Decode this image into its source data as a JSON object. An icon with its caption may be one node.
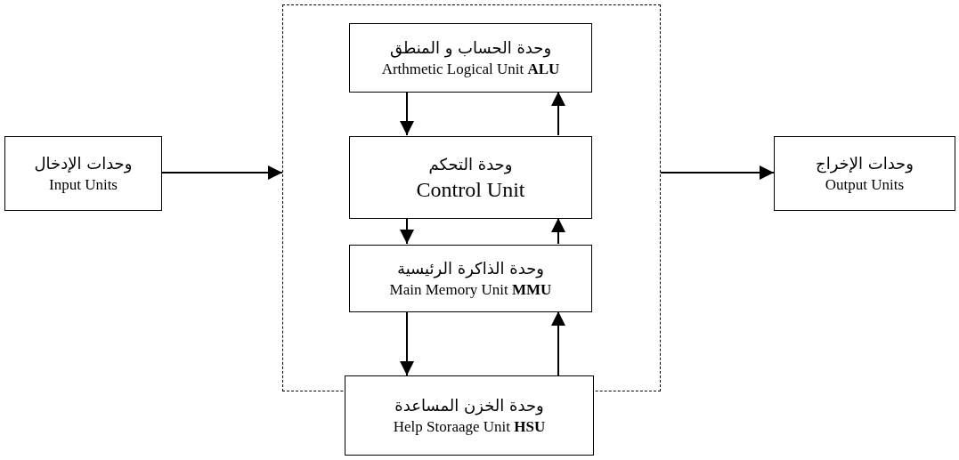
{
  "diagram": {
    "nodes": [
      {
        "text": [],
        "shape": "box"
      },
      {
        "text": [
          "وحدة الحساب و المنطق",
          "Arthmetic Logical Unit **ALU**"
        ],
        "in": 0
      },
      {
        "text": [
          "وحدة التحكم",
          "Control Unit"
        ],
        "in": 0
      },
      {
        "text": [
          "وحدة الذاكرة الرئيسية",
          "Main Memory Unit **MMU**"
        ],
        "in": 0
      },
      {
        "text": [
          "وحدة الخزن المساعدة",
          "Help Storaage Unit **HSU**"
        ]
      },
      {
        "text": [
          "وحدات الإدخال",
          "Input Units"
        ]
      },
      {
        "text": [
          "وحدات الإخراج",
          "Output Units"
        ]
      }
    ],
    "edges": [
      {
        "from": 5,
        "to": 0,
        "arrow": "to"
      },
      {
        "from": 0,
        "to": 6,
        "arrow": "to"
      },
      {
        "from": 1,
        "to": 2,
        "arrow": "to"
      },
      {
        "from": 2,
        "to": 1,
        "arrow": "to"
      },
      {
        "from": 2,
        "to": 3,
        "arrow": "to"
      },
      {
        "from": 3,
        "to": 2,
        "arrow": "to"
      },
      {
        "from": 3,
        "to": 4,
        "arrow": "to"
      },
      {
        "from": 4,
        "to": 3,
        "arrow": "to"
      }
    ]
  }
}
